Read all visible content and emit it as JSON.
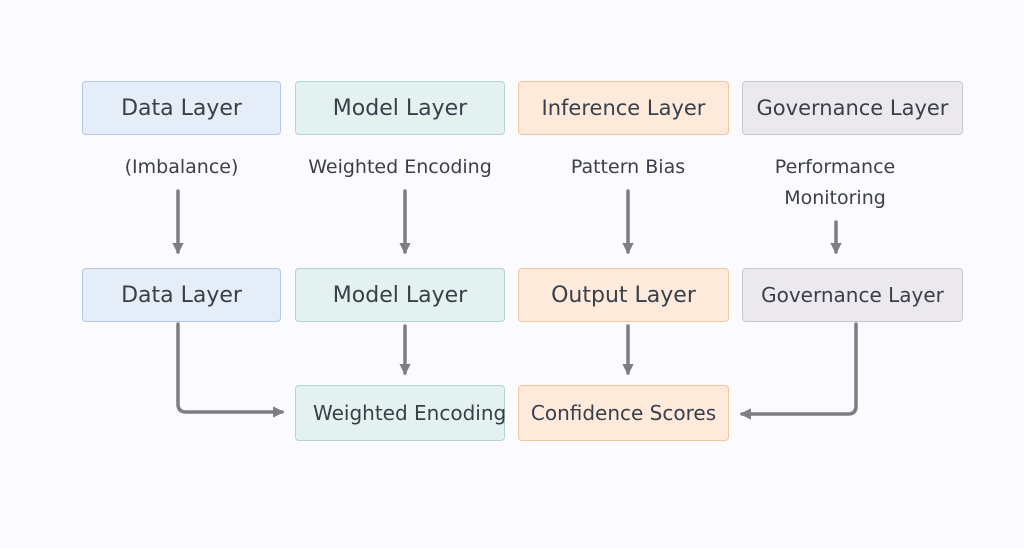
{
  "diagram": {
    "top_row": {
      "data_layer": "Data Layer",
      "model_layer": "Model Layer",
      "inference_layer": "Inference Layer",
      "governance_layer": "Governance Layer"
    },
    "connector_labels": {
      "data": "(Imbalance)",
      "model": "Weighted Encoding",
      "inference": "Pattern Bias",
      "governance": "Performance Monitoring"
    },
    "middle_row": {
      "data_layer": "Data Layer",
      "model_layer": "Model Layer",
      "output_layer": "Output Layer",
      "governance_layer": "Governance Layer"
    },
    "bottom_row": {
      "weighted_encoding": "Weighted Encoding",
      "confidence_scores": "Confidence Scores"
    },
    "colors": {
      "data": "#e4edf8",
      "model": "#e3f1ef",
      "inference": "#fdeadb",
      "governance": "#ebe9ee",
      "arrow": "#7c7e84"
    }
  }
}
